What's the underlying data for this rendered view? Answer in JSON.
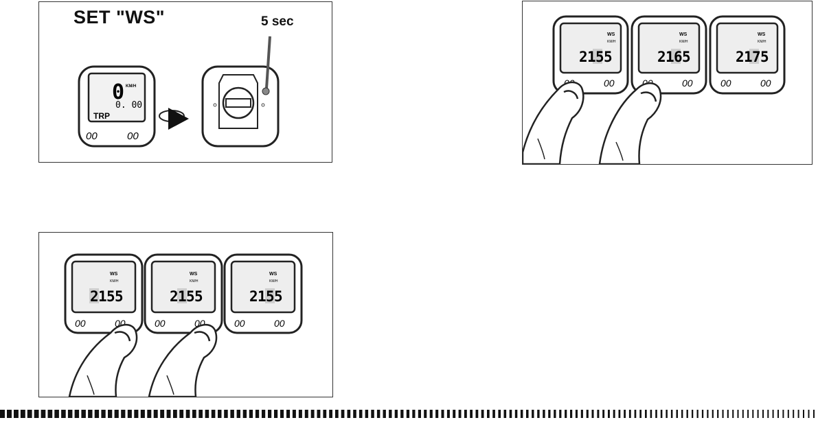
{
  "panel1": {
    "title": "SET \"WS\"",
    "time_label": "5 sec",
    "display": {
      "speed": "0",
      "unit": "KM/H",
      "trip_value": "0. 00",
      "trip_label": "TRP"
    }
  },
  "panel2": {
    "screens": [
      {
        "mode": "WS",
        "unit": "KM/H",
        "d1": "2",
        "d2": "1",
        "d3": "5",
        "d4": "5",
        "highlight": 3
      },
      {
        "mode": "WS",
        "unit": "KM/H",
        "d1": "2",
        "d2": "1",
        "d3": "6",
        "d4": "5",
        "highlight": 3
      },
      {
        "mode": "WS",
        "unit": "KM/H",
        "d1": "2",
        "d2": "1",
        "d3": "7",
        "d4": "5",
        "highlight": 3
      }
    ]
  },
  "panel3": {
    "screens": [
      {
        "mode": "WS",
        "unit": "KM/H",
        "d1": "2",
        "d2": "1",
        "d3": "5",
        "d4": "5",
        "highlight": 1
      },
      {
        "mode": "WS",
        "unit": "KM/H",
        "d1": "2",
        "d2": "1",
        "d3": "5",
        "d4": "5",
        "highlight": 2
      },
      {
        "mode": "WS",
        "unit": "KM/H",
        "d1": "2",
        "d2": "1",
        "d3": "5",
        "d4": "5",
        "highlight": 3
      }
    ]
  }
}
